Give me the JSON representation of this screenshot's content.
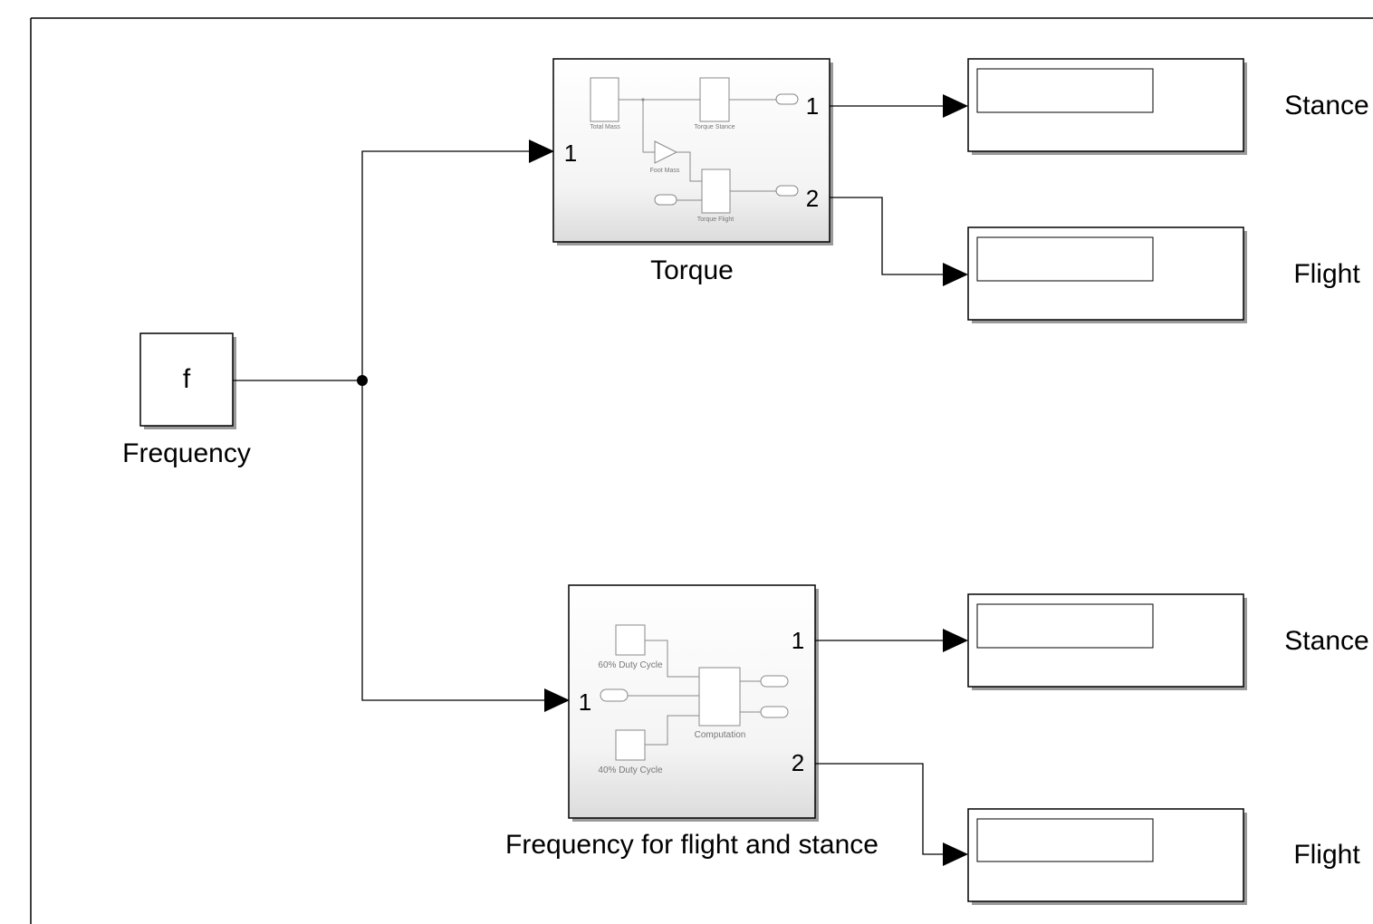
{
  "diagram": {
    "constant_block": {
      "value": "f",
      "label": "Frequency"
    },
    "subsystem_torque": {
      "label": "Torque",
      "in_ports": [
        "1"
      ],
      "out_ports": [
        "1",
        "2"
      ],
      "inner": {
        "total_mass": "Total Mass",
        "torque_stance": "Torque Stance",
        "foot_mass": "Foot Mass",
        "torque_flight": "Torque Flight"
      }
    },
    "subsystem_frequency": {
      "label": "Frequency for flight and stance",
      "in_ports": [
        "1"
      ],
      "out_ports": [
        "1",
        "2"
      ],
      "inner": {
        "duty_60": "60% Duty Cycle",
        "duty_40": "40% Duty Cycle",
        "computation": "Computation"
      }
    },
    "displays": [
      {
        "label": "Stance"
      },
      {
        "label": "Flight"
      },
      {
        "label": "Stance"
      },
      {
        "label": "Flight"
      }
    ]
  }
}
